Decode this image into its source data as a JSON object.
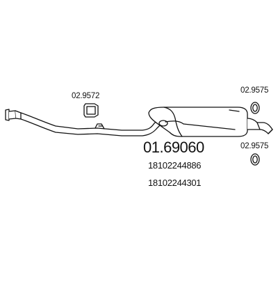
{
  "diagram": {
    "main_part_number": "01.69060",
    "oem_numbers": [
      "18102244886",
      "18102244301"
    ],
    "accessories": [
      {
        "ref": "02.9572",
        "icon": "gasket-icon"
      },
      {
        "ref": "02.9575",
        "icon": "ring-clamp-icon"
      },
      {
        "ref": "02.9575",
        "icon": "ring-clamp-icon"
      }
    ],
    "line_color": "#111111",
    "background": "#ffffff"
  }
}
